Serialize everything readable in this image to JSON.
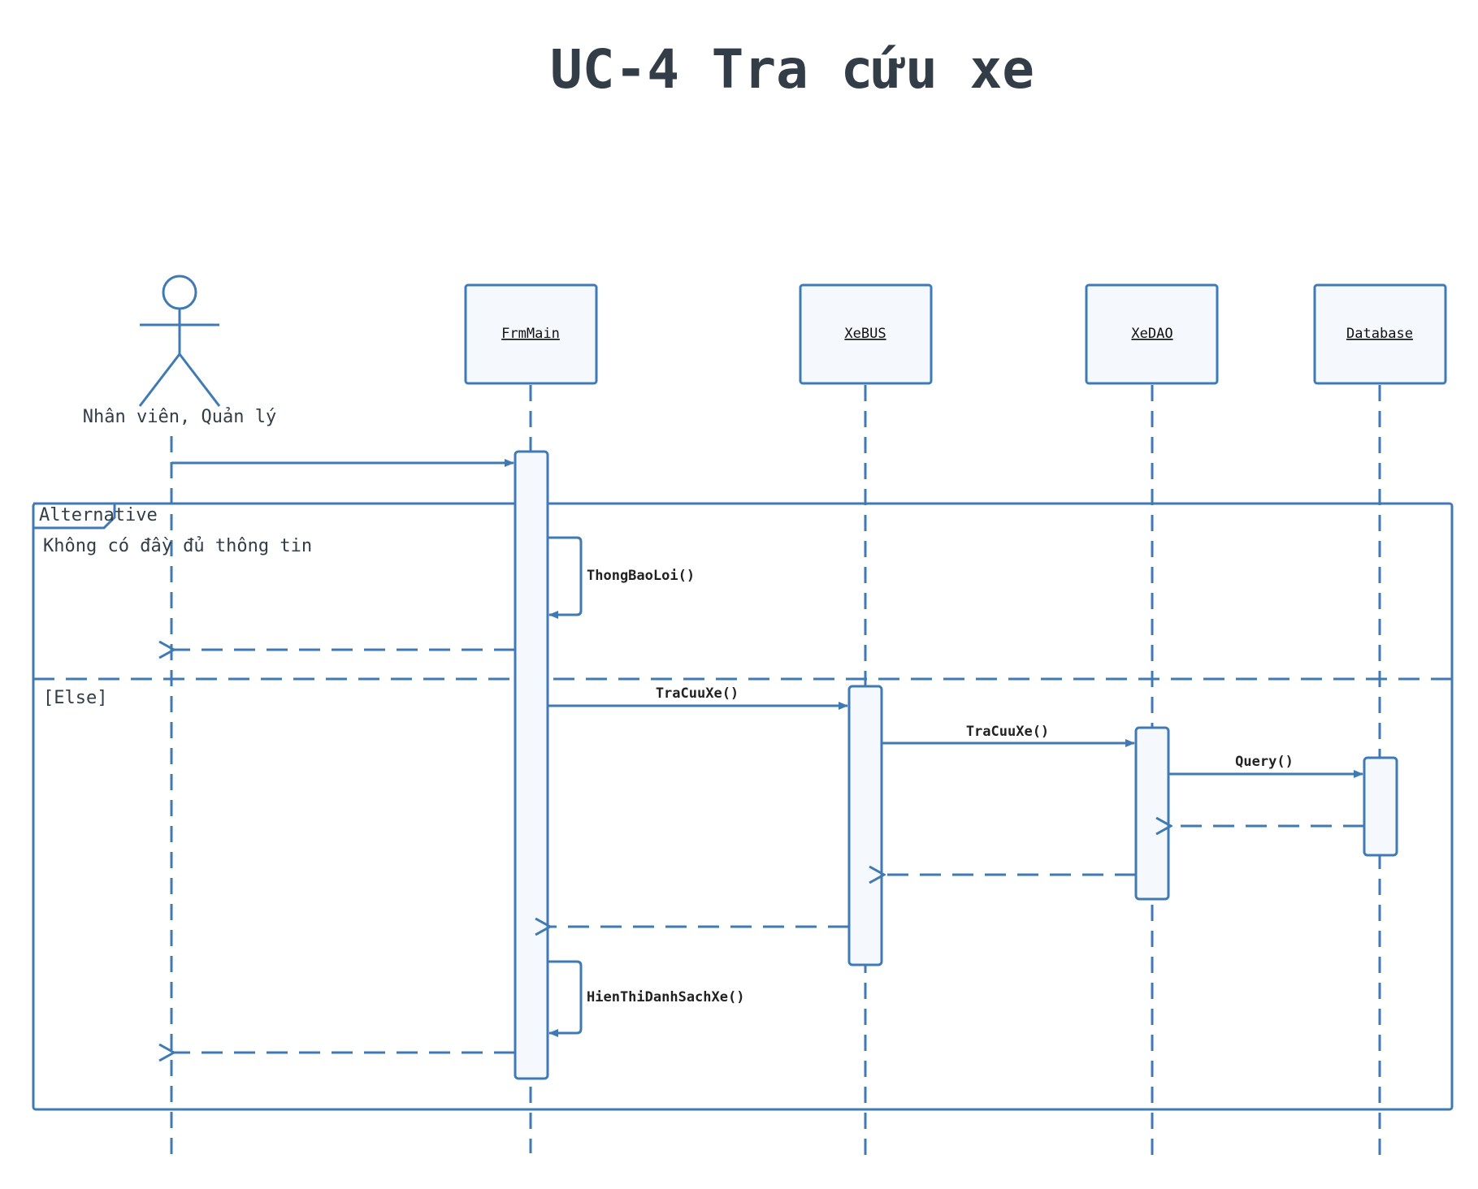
{
  "title": "UC-4 Tra cứu xe",
  "actor": {
    "label": "Nhân viên, Quản lý"
  },
  "participants": {
    "frmmain": "FrmMain",
    "xebus": "XeBUS",
    "xedao": "XeDAO",
    "database": "Database"
  },
  "fragment": {
    "type": "Alternative",
    "guard1": "Không có đầy đủ thông tin",
    "guard2": "[Else]"
  },
  "messages": {
    "thongbaoloi": "ThongBaoLoi()",
    "tracuuxe_bus": "TraCuuXe()",
    "tracuuxe_dao": "TraCuuXe()",
    "query": "Query()",
    "hienthi": "HienThiDanhSachXe()"
  },
  "colors": {
    "line": "#3f7ab5",
    "fill": "#f5f9fd",
    "title": "#333d47"
  }
}
